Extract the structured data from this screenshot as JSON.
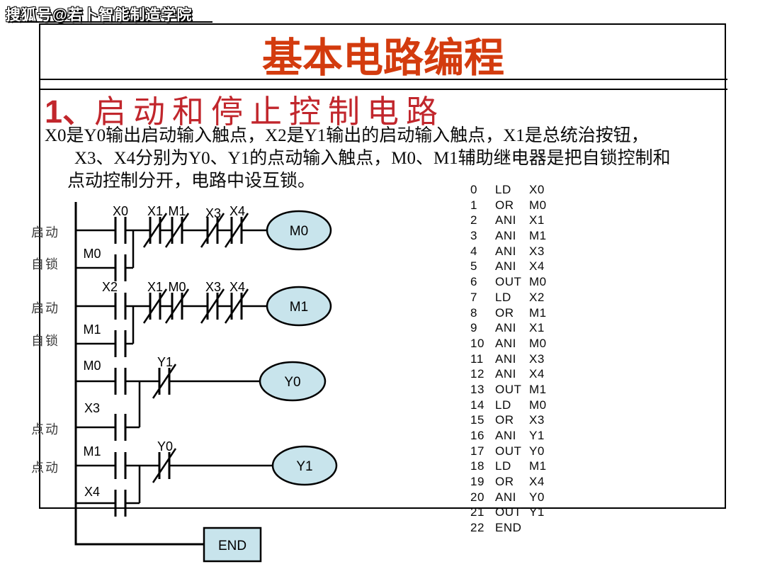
{
  "watermark": "搜狐号@若卜智能制造学院",
  "title": "基本电路编程",
  "heading": {
    "number": "1、",
    "text": "启动和停止控制电路"
  },
  "description": {
    "line1": "X0是Y0输出启动输入触点，X2是Y1输出的启动输入触点，X1是总统治按钮，",
    "line2": "X3、X4分别为Y0、Y1的点动输入触点，M0、M1辅助继电器是把自锁控制和",
    "line3": "点动控制分开，电路中设互锁。"
  },
  "ladder": {
    "rungs": [
      {
        "side_label_main": "启动",
        "side_label_branch": "自锁",
        "input_contact": "X0",
        "series_contacts": [
          "X1",
          "M1",
          "X3",
          "X4"
        ],
        "branch_contact": "M0",
        "coil": "M0"
      },
      {
        "side_label_main": "启动",
        "side_label_branch": "自锁",
        "input_contact": "X2",
        "series_contacts": [
          "X1",
          "M0",
          "X3",
          "X4"
        ],
        "branch_contact": "M1",
        "coil": "M1"
      },
      {
        "side_label_branch": "点动",
        "input_contact": "M0",
        "series_contacts": [
          "Y1"
        ],
        "branch_contact": "X3",
        "coil": "Y0"
      },
      {
        "side_label_main": "点动",
        "input_contact": "M1",
        "series_contacts": [
          "Y0"
        ],
        "branch_contact": "X4",
        "coil": "Y1"
      }
    ],
    "end_label": "END"
  },
  "instruction_list": {
    "rows": [
      {
        "step": "0",
        "op": "LD",
        "operand": "X0"
      },
      {
        "step": "1",
        "op": "OR",
        "operand": "M0"
      },
      {
        "step": "2",
        "op": "ANI",
        "operand": "X1"
      },
      {
        "step": "3",
        "op": "ANI",
        "operand": "M1"
      },
      {
        "step": "4",
        "op": "ANI",
        "operand": "X3"
      },
      {
        "step": "5",
        "op": "ANI",
        "operand": "X4"
      },
      {
        "step": "6",
        "op": "OUT",
        "operand": "M0"
      },
      {
        "step": "7",
        "op": "LD",
        "operand": "X2"
      },
      {
        "step": "8",
        "op": "OR",
        "operand": "M1"
      },
      {
        "step": "9",
        "op": "ANI",
        "operand": "X1"
      },
      {
        "step": "10",
        "op": "ANI",
        "operand": "M0"
      },
      {
        "step": "11",
        "op": "ANI",
        "operand": "X3"
      },
      {
        "step": "12",
        "op": "ANI",
        "operand": "X4"
      },
      {
        "step": "13",
        "op": "OUT",
        "operand": "M1"
      },
      {
        "step": "14",
        "op": "LD",
        "operand": "M0"
      },
      {
        "step": "15",
        "op": "OR",
        "operand": "X3"
      },
      {
        "step": "16",
        "op": "ANI",
        "operand": "Y1"
      },
      {
        "step": "17",
        "op": "OUT",
        "operand": "Y0"
      },
      {
        "step": "18",
        "op": "LD",
        "operand": "M1"
      },
      {
        "step": "19",
        "op": "OR",
        "operand": "X4"
      },
      {
        "step": "20",
        "op": "ANI",
        "operand": "Y0"
      },
      {
        "step": "21",
        "op": "OUT",
        "operand": "Y1"
      },
      {
        "step": "22",
        "op": "END",
        "operand": ""
      }
    ]
  },
  "colors": {
    "title_red": "#d33b0e",
    "heading_red": "#c1262c",
    "coil_fill": "#c8e4ec",
    "line_black": "#000000"
  }
}
